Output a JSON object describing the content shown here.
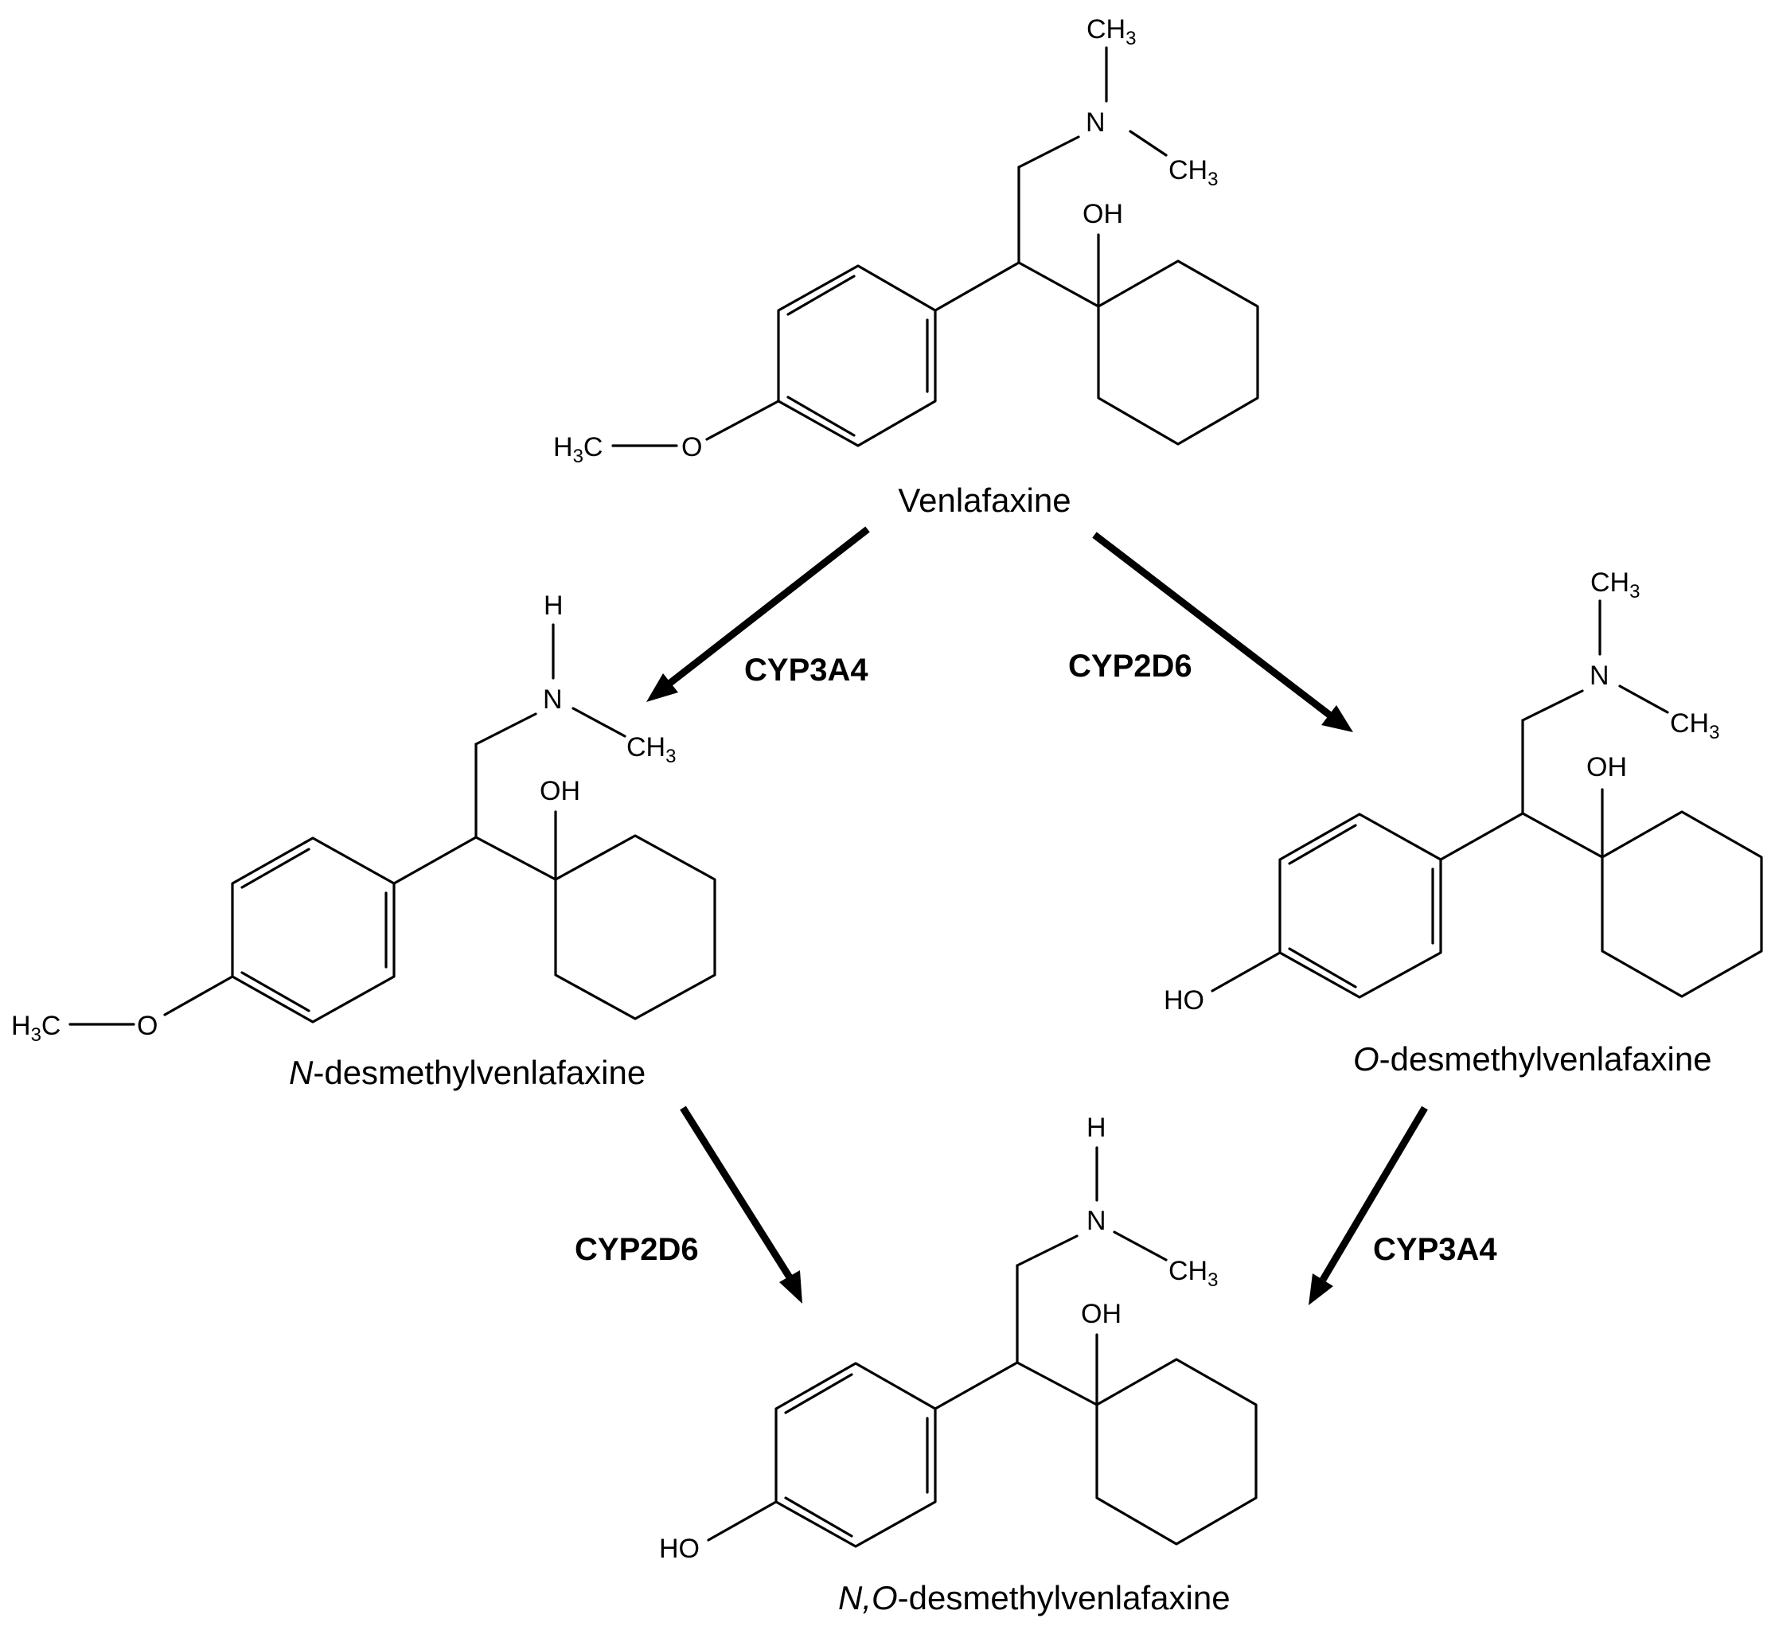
{
  "molecules": {
    "venlafaxine": {
      "name": "Venlafaxine",
      "labels": {
        "methyl_top": "CH",
        "methyl_top_sub": "3",
        "nitrogen": "N",
        "methyl_right": "CH",
        "methyl_right_sub": "3",
        "hydroxyl": "OH",
        "methoxy_h": "H",
        "methoxy_sub": "3",
        "methoxy_c": "C",
        "oxygen": "O"
      }
    },
    "n_desmethyl": {
      "name_italic": "N",
      "name_rest": "-desmethylvenlafaxine",
      "labels": {
        "hydrogen": "H",
        "nitrogen": "N",
        "methyl_right": "CH",
        "methyl_right_sub": "3",
        "hydroxyl": "OH",
        "methoxy_h": "H",
        "methoxy_sub": "3",
        "methoxy_c": "C",
        "oxygen": "O"
      }
    },
    "o_desmethyl": {
      "name_italic": "O",
      "name_rest": "-desmethylvenlafaxine",
      "labels": {
        "methyl_top": "CH",
        "methyl_top_sub": "3",
        "nitrogen": "N",
        "methyl_right": "CH",
        "methyl_right_sub": "3",
        "hydroxyl": "OH",
        "phenol": "HO"
      }
    },
    "no_desmethyl": {
      "name_italic": "N,O",
      "name_rest": "-desmethylvenlafaxine",
      "labels": {
        "hydrogen": "H",
        "nitrogen": "N",
        "methyl_right": "CH",
        "methyl_right_sub": "3",
        "hydroxyl": "OH",
        "phenol": "HO"
      }
    }
  },
  "reactions": [
    {
      "enzyme": "CYP3A4",
      "from": "Venlafaxine",
      "to": "N-desmethylvenlafaxine"
    },
    {
      "enzyme": "CYP2D6",
      "from": "Venlafaxine",
      "to": "O-desmethylvenlafaxine"
    },
    {
      "enzyme": "CYP2D6",
      "from": "N-desmethylvenlafaxine",
      "to": "N,O-desmethylvenlafaxine"
    },
    {
      "enzyme": "CYP3A4",
      "from": "O-desmethylvenlafaxine",
      "to": "N,O-desmethylvenlafaxine"
    }
  ]
}
